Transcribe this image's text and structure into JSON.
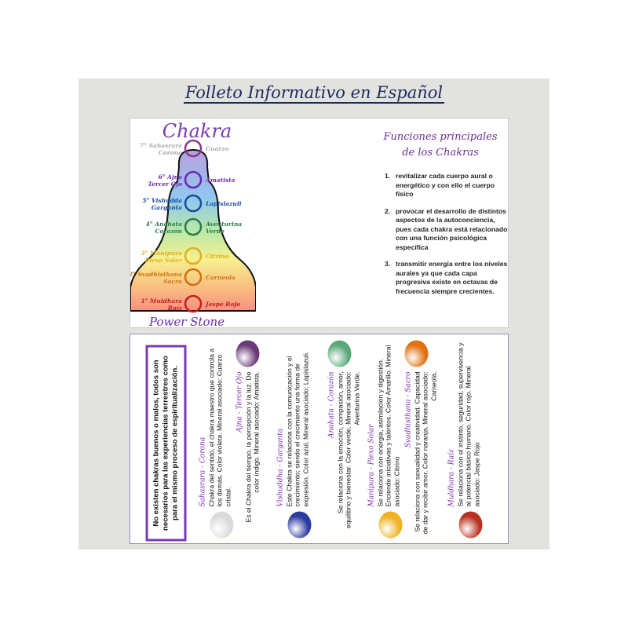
{
  "title": "Folleto Informativo en Español",
  "figure": {
    "heading": "Chakra",
    "footer": "Power Stone",
    "chakras": [
      {
        "left": "7° Sahasrara",
        "left2": "Corona",
        "right": "Cuarzo",
        "right2": "",
        "color": "#8a3a8a"
      },
      {
        "left": "6° Ajna",
        "left2": "Tercer Ojo",
        "right": "Amatista",
        "right2": "",
        "color": "#6a2ab0"
      },
      {
        "left": "5° Vishudda",
        "left2": "Garganta",
        "right": "Lapislazuli",
        "right2": "",
        "color": "#1a4aa0"
      },
      {
        "left": "4° Anahata",
        "left2": "Corazón",
        "right": "Aventurina",
        "right2": "Verde",
        "color": "#2a7a4a"
      },
      {
        "left": "3° Manipura",
        "left2": "Plexo Solar",
        "right": "Citrino",
        "right2": "",
        "color": "#e0b020"
      },
      {
        "left": "2° Svadhisthana",
        "left2": "Sacro",
        "right": "Carneola",
        "right2": "",
        "color": "#d07010"
      },
      {
        "left": "1° Muldhara",
        "left2": "Raíz",
        "right": "Jaspe Rojo",
        "right2": "",
        "color": "#c02020"
      }
    ]
  },
  "functions": {
    "title1": "Funciones principales",
    "title2": "de los Chakras",
    "items": [
      "revitalizar cada cuerpo aural o energético y con ello el cuerpo físico",
      "provocar el desarrollo de distintos aspectos de la autoconciencia, pues cada chakra está relacionado con una función psicológica específica",
      "transmitir energía entre los niveles aurales ya que cada capa progresiva existe en octavas de frecuencia siempre crecientes."
    ]
  },
  "note": "No existen chakras buenos o malos, todos son necesarios para las experiencias terrestres como para el mismo proceso de espiritualización.",
  "sections": [
    {
      "heading": "Sahasrara - Corona",
      "text": "Chakra del sentido, el chakra maestro que controla a los demás. Color violeta. Mineral asociado: Cuarzo cristal.",
      "stone": "#d8dadc"
    },
    {
      "heading": "Ajna - Tercer Ojo",
      "text": "Es el Chakra del tiempo, la percepción y la luz. De color índigo. Mineral asociado: Amatista.",
      "stone": "#6a3a78"
    },
    {
      "heading": "Vishuddha - Garganta",
      "text": "Este Chakra se relaciona con la comunicación y el crecimiento; siendo el crecimiento una forma de expresión. Color azul. Mineral asociado: Lapislazuli.",
      "stone": "#2a3aa0"
    },
    {
      "heading": "Anahata - Corazón",
      "text": "Se relaciona con la emoción, compasión, amor, equilibrio y bienestar. Color verde. Mineral asociado: Aventurina Verde.",
      "stone": "#5aa878"
    },
    {
      "heading": "Manipura - Plexo Solar",
      "text": "Se relaciona con energía, asimilación y digestión. Enciende iniciativas y talentos. Color Amarillo. Mineral asociado: Citrino",
      "stone": "#f0b020"
    },
    {
      "heading": "Svadhisthana - Sacro",
      "text": "Se relaciona con sexualidad y creatividad. Capacidad de dar y recibir amor. Color naranja. Mineral asociado: Carneola.",
      "stone": "#e07010"
    },
    {
      "heading": "Muldhara - Raíz",
      "text": "Se relaciona con el instinto, seguridad, supervivencia y al potencial básico humano. Color rojo. Mineral asociado: Jaspe Rojo",
      "stone": "#b83020"
    }
  ]
}
